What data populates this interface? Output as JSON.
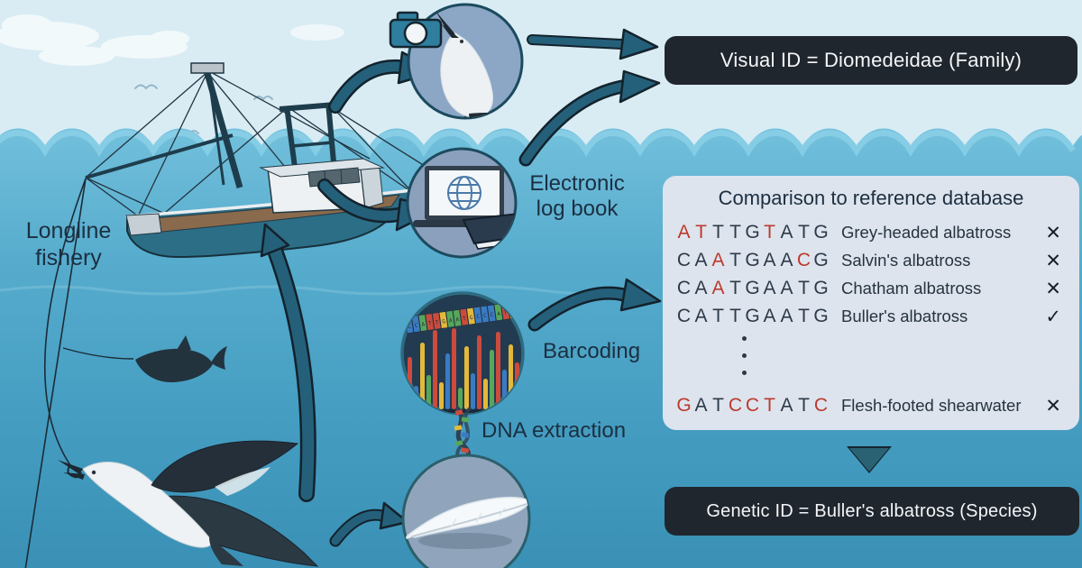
{
  "scene": {
    "longline_label": "Longline fishery",
    "logbook_label": "Electronic log book",
    "barcoding_label": "Barcoding",
    "dna_label": "DNA extraction"
  },
  "visual_id": {
    "text": "Visual ID = Diomedeidae (Family)"
  },
  "genetic_id": {
    "text": "Genetic ID = Buller's albatross (Species)"
  },
  "comparison": {
    "title": "Comparison to reference database",
    "rows": [
      {
        "sequence": "ATTTGTATG",
        "red_positions": [
          0,
          1,
          5
        ],
        "species": "Grey-headed albatross",
        "match": false
      },
      {
        "sequence": "CAATGAACG",
        "red_positions": [
          2,
          7
        ],
        "species": "Salvin's albatross",
        "match": false
      },
      {
        "sequence": "CAATGAATG",
        "red_positions": [
          2
        ],
        "species": "Chatham albatross",
        "match": false
      },
      {
        "sequence": "CATTGAATG",
        "red_positions": [],
        "species": "Buller's albatross",
        "match": true
      },
      {
        "sequence": "GATCCTATC",
        "red_positions": [
          0,
          3,
          4,
          5,
          8
        ],
        "species": "Flesh-footed shearwater",
        "match": false
      }
    ],
    "match_mark": "✓",
    "mismatch_mark": "✕"
  },
  "barcoding": {
    "ribbon_sequence": "CCATTGAATGCCCATG",
    "peak_heights": [
      58,
      26,
      74,
      38,
      88,
      30,
      62,
      90,
      24,
      70,
      40,
      82,
      34,
      66,
      86,
      44,
      72,
      52
    ],
    "peak_colors": [
      "#cc4b3c",
      "#3a7bc2",
      "#e3b93a",
      "#57a75b",
      "#cc4b3c",
      "#e3b93a",
      "#3a7bc2",
      "#cc4b3c",
      "#57a75b",
      "#e3b93a",
      "#3a7bc2",
      "#cc4b3c",
      "#e3b93a",
      "#57a75b",
      "#cc4b3c",
      "#3a7bc2",
      "#e3b93a",
      "#cc4b3c"
    ]
  },
  "colors": {
    "sky": "#d9ecf4",
    "water_top": "#72c0dc",
    "water_bottom": "#3a90b5",
    "arrow": "#25607a",
    "dark_box": "#20262e",
    "panel_bg": "#dde4ee",
    "seq_default": "#2e3a49",
    "seq_mismatch": "#bd3a2c",
    "base_colors": {
      "A": "#57a75b",
      "C": "#3a7bc2",
      "G": "#e3b93a",
      "T": "#cc4b3c"
    }
  }
}
